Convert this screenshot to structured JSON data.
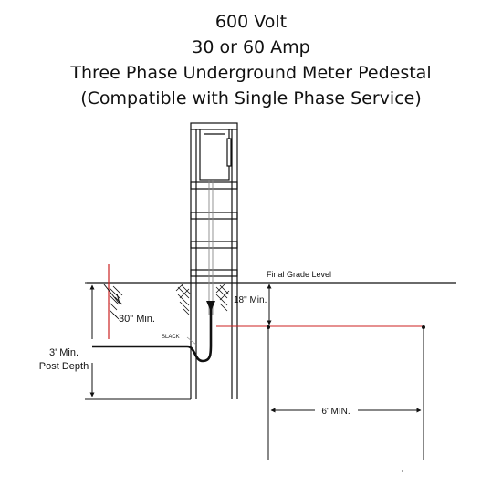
{
  "title": {
    "line1": "600 Volt",
    "line2": "30 or 60 Amp",
    "line3": "Three Phase Underground Meter Pedestal",
    "line4": "(Compatible with Single Phase Service)"
  },
  "labels": {
    "grade": "Final Grade Level",
    "min18": "18\" Min.",
    "min30": "30\" Min.",
    "slack": "SLACK",
    "post_depth_line1": "3' Min.",
    "post_depth_line2": "Post Depth",
    "min6": "6' MIN."
  },
  "colors": {
    "line": "#111111",
    "red": "#cc2222",
    "grey": "#888888"
  }
}
